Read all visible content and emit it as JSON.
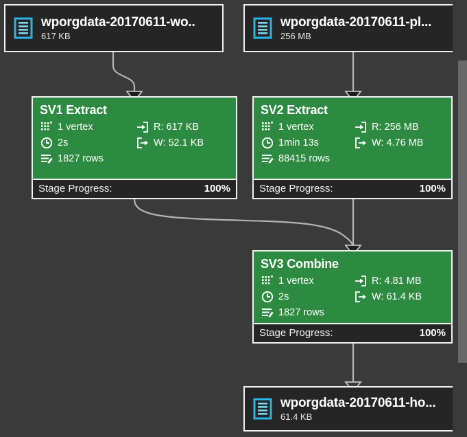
{
  "graph": {
    "title": "Data flow job graph",
    "background_color": "#3a3a3a",
    "stage_color": "#2d8a41",
    "file_icon_color": "#28b5e8",
    "border_color": "#f2f2f2"
  },
  "nodes": {
    "input_word": {
      "kind": "file",
      "icon": "document-icon",
      "title": "wporgdata-20170611-wo..",
      "size": "617 KB"
    },
    "input_plugin": {
      "kind": "file",
      "icon": "document-icon",
      "title": "wporgdata-20170611-pl...",
      "size": "256 MB"
    },
    "sv1": {
      "kind": "stage",
      "title": "SV1 Extract",
      "stats": {
        "vertices": "1 vertex",
        "duration": "2s",
        "rows": "1827 rows",
        "read": "R: 617 KB",
        "write": "W: 52.1 KB"
      },
      "progress_label": "Stage Progress:",
      "progress_value": "100%"
    },
    "sv2": {
      "kind": "stage",
      "title": "SV2 Extract",
      "stats": {
        "vertices": "1 vertex",
        "duration": "1min 13s",
        "rows": "88415 rows",
        "read": "R: 256 MB",
        "write": "W: 4.76 MB"
      },
      "progress_label": "Stage Progress:",
      "progress_value": "100%"
    },
    "sv3": {
      "kind": "stage",
      "title": "SV3 Combine",
      "stats": {
        "vertices": "1 vertex",
        "duration": "2s",
        "rows": "1827 rows",
        "read": "R: 4.81 MB",
        "write": "W: 61.4 KB"
      },
      "progress_label": "Stage Progress:",
      "progress_value": "100%"
    },
    "output_host": {
      "kind": "file",
      "icon": "document-icon",
      "title": "wporgdata-20170611-ho...",
      "size": "61.4 KB"
    }
  },
  "edges": [
    {
      "from": "input_word",
      "to": "sv1"
    },
    {
      "from": "input_plugin",
      "to": "sv2"
    },
    {
      "from": "sv1",
      "to": "sv3"
    },
    {
      "from": "sv2",
      "to": "sv3"
    },
    {
      "from": "sv3",
      "to": "output_host"
    }
  ],
  "scrollbar": {
    "orientation": "vertical",
    "thumb_color": "#686868"
  }
}
